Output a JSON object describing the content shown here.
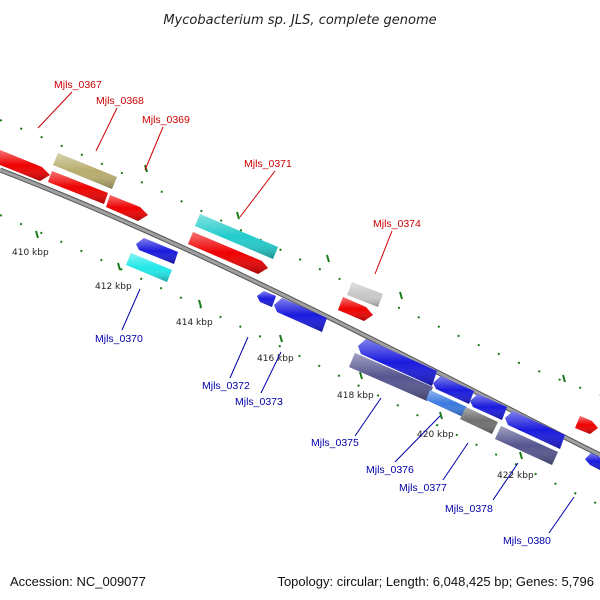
{
  "title": "Mycobacterium sp. JLS, complete genome",
  "footer": {
    "accession": "Accession: NC_009077",
    "summary": "Topology: circular; Length: 6,048,425 bp; Genes: 5,796"
  },
  "colors": {
    "forward_label": "#cc0000",
    "reverse_label": "#0000aa",
    "backbone": "#8a8a8a",
    "tick": "#1a7a1a"
  },
  "ticks": [
    "410 kbp",
    "412 kbp",
    "414 kbp",
    "416 kbp",
    "418 kbp",
    "420 kbp",
    "422 kbp"
  ],
  "genes": {
    "forward": [
      {
        "label": "Mjls_0367",
        "color": "#ee0000"
      },
      {
        "label": "Mjls_0368",
        "color": "#b8ad6e"
      },
      {
        "label": "Mjls_0369",
        "color": "#ee0000"
      },
      {
        "label": "Mjls_0371",
        "color": "#22cccc"
      },
      {
        "label": "Mjls_0374",
        "color": "#c8c8c8"
      }
    ],
    "reverse": [
      {
        "label": "Mjls_0370",
        "color": "#22e8e8"
      },
      {
        "label": "Mjls_0372",
        "color": "#1a1add"
      },
      {
        "label": "Mjls_0373",
        "color": "#1a1add"
      },
      {
        "label": "Mjls_0375",
        "color": "#55558f"
      },
      {
        "label": "Mjls_0376",
        "color": "#3a7adf"
      },
      {
        "label": "Mjls_0377",
        "color": "#707070"
      },
      {
        "label": "Mjls_0378",
        "color": "#55558f"
      },
      {
        "label": "Mjls_0380",
        "color": "#1a1add"
      }
    ]
  }
}
